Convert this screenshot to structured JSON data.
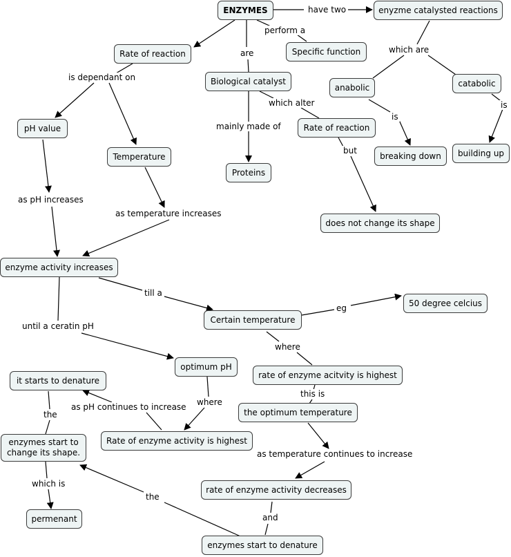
{
  "nodes": {
    "enzymes": "ENZYMES",
    "enzyme_catalysed_reactions": "enyzme catalysted reactions",
    "rate_of_reaction_1": "Rate of reaction",
    "specific_function": "Specific function",
    "biological_catalyst": "Biological catalyst",
    "anabolic": "anabolic",
    "catabolic": "catabolic",
    "ph_value": "pH value",
    "rate_of_reaction_2": "Rate of reaction",
    "temperature": "Temperature",
    "breaking_down": "breaking down",
    "building_up": "building up",
    "proteins": "Proteins",
    "does_not_change_shape": "does not change its shape",
    "enzyme_activity_increases": "enzyme activity increases",
    "fifty_degree_celcius": "50 degree celcius",
    "certain_temperature": "Certain temperature",
    "optimum_ph": "optimum pH",
    "rate_enzyme_activity_highest": "rate of enzyme acitvity is highest",
    "it_starts_to_denature": "it starts to denature",
    "the_optimum_temperature": "the optimum temperature",
    "enzymes_start_change_shape": "enzymes start to change its shape.",
    "rate_of_enzyme_activity_is_highest": "Rate of enzyme activity is highest",
    "rate_enzyme_activity_decreases": "rate of enzyme activity decreases",
    "permenant": "permenant",
    "enzymes_start_to_denature": "enzymes start to denature"
  },
  "links": {
    "have_two": "have two",
    "perform_a": "perform a",
    "are": "are",
    "which_are": "which are",
    "is_dependant_on": "is dependant on",
    "which_alter": "which alter",
    "is_1": "is",
    "is_2": "is",
    "mainly_made_of": "mainly made of",
    "but": "but",
    "as_ph_increases": "as pH increases",
    "as_temperature_increases": "as temperature increases",
    "till_a": "till a",
    "eg": "eg",
    "until_a_ceratin_ph": "until a ceratin pH",
    "where_1": "where",
    "where_2": "where",
    "the_1": "the",
    "as_ph_continues": "as pH continues to increase",
    "this_is": "this is",
    "as_temperature_continues": "as temperature continues to increase",
    "which_is": "which is",
    "the_2": "the",
    "and": "and"
  },
  "colors": {
    "node_fill": "#eef4f4",
    "node_border": "#3a3a3a",
    "line": "#000000"
  }
}
